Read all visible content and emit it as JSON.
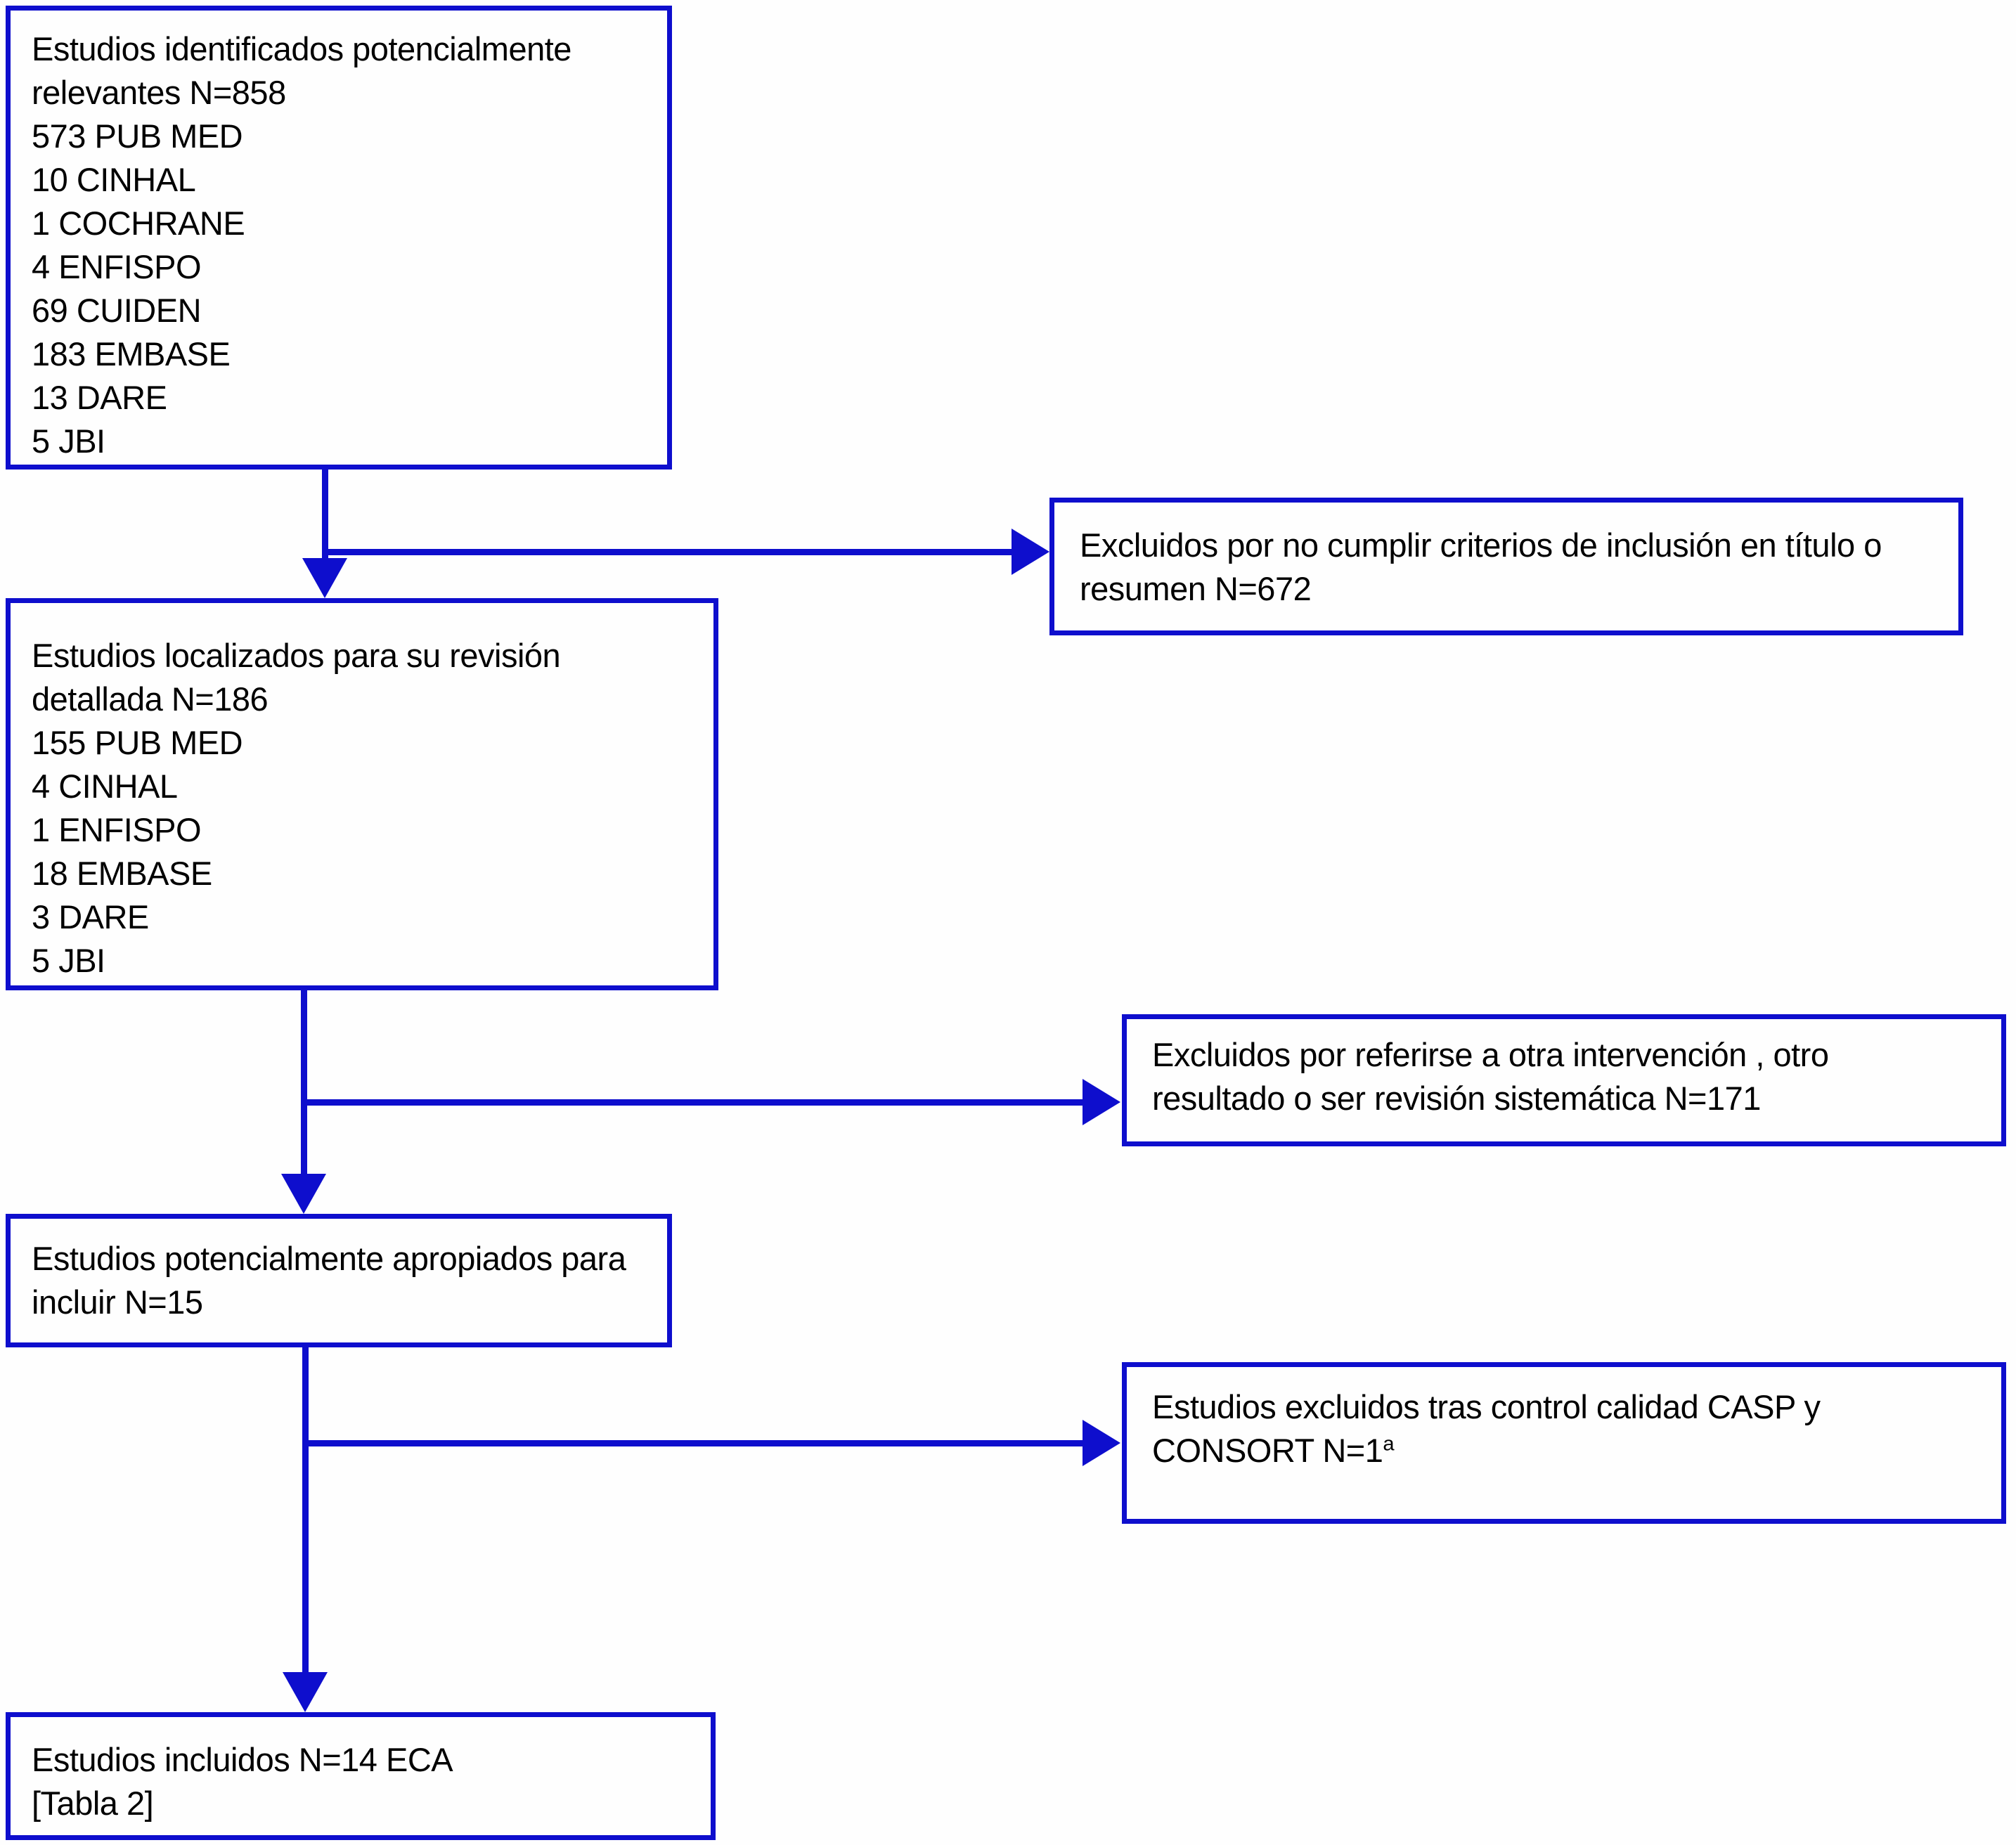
{
  "diagram": {
    "type": "flowchart",
    "colors": {
      "accent": "#0e0ecd",
      "text": "#000000",
      "background": "#fefefe"
    },
    "boxes": {
      "identified": {
        "lines": [
          "Estudios identificados potencialmente",
          "relevantes N=858",
          "573 PUB MED",
          "10 CINHAL",
          "1 COCHRANE",
          "4 ENFISPO",
          "69 CUIDEN",
          "183 EMBASE",
          "13 DARE",
          "5 JBI"
        ]
      },
      "excluded_title_abstract": {
        "lines": [
          "Excluidos por no cumplir criterios de inclusión en título o",
          "resumen N=672"
        ]
      },
      "located": {
        "lines": [
          "Estudios localizados para su revisión",
          "detallada N=186",
          "155 PUB MED",
          "4 CINHAL",
          "1 ENFISPO",
          "18 EMBASE",
          "3 DARE",
          "5 JBI"
        ]
      },
      "excluded_other_intervention": {
        "lines": [
          "Excluidos por referirse a otra intervención , otro",
          "resultado o ser revisión sistemática N=171"
        ]
      },
      "potentially_appropriate": {
        "lines": [
          "Estudios potencialmente apropiados para",
          "incluir N=15"
        ]
      },
      "excluded_quality_control": {
        "lines": [
          "Estudios excluidos tras control calidad CASP y",
          "CONSORT N=1"
        ],
        "superscript": "a"
      },
      "included": {
        "lines": [
          "Estudios incluidos N=14 ECA",
          "[Tabla 2]"
        ]
      }
    }
  }
}
